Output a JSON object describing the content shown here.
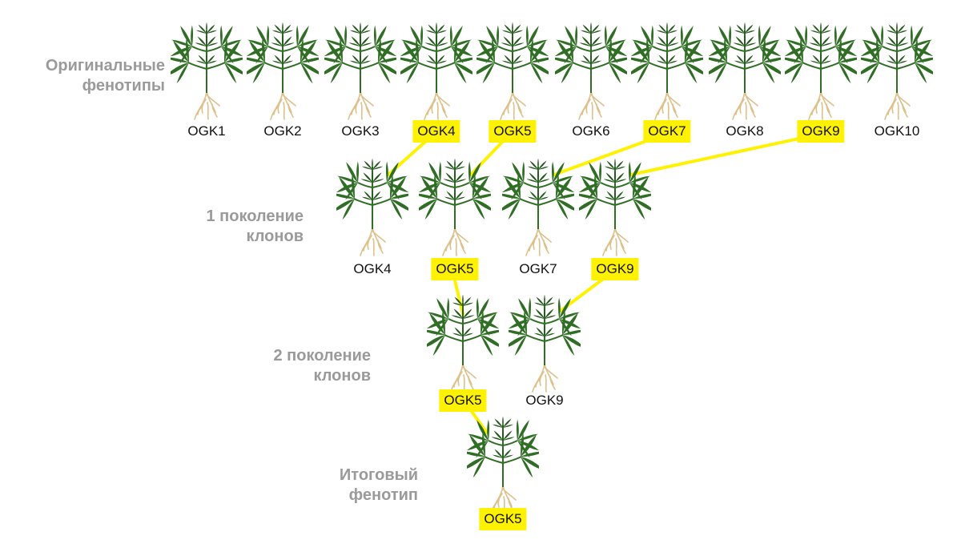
{
  "colors": {
    "highlight": "#fff200",
    "leaf": "#2f6e24",
    "leaf_dark": "#24581c",
    "root": "#ddc08a",
    "label": "#9a9a9a",
    "connector": "#fff200"
  },
  "icons": {
    "plant": "cannabis-plant-icon"
  },
  "rows": [
    {
      "id": "original",
      "label_lines": [
        "Оригинальные",
        "фенотипы"
      ],
      "plants": [
        {
          "name": "OGK1",
          "highlighted": false
        },
        {
          "name": "OGK2",
          "highlighted": false
        },
        {
          "name": "OGK3",
          "highlighted": false
        },
        {
          "name": "OGK4",
          "highlighted": true
        },
        {
          "name": "OGK5",
          "highlighted": true
        },
        {
          "name": "OGK6",
          "highlighted": false
        },
        {
          "name": "OGK7",
          "highlighted": true
        },
        {
          "name": "OGK8",
          "highlighted": false
        },
        {
          "name": "OGK9",
          "highlighted": true
        },
        {
          "name": "OGK10",
          "highlighted": false
        }
      ]
    },
    {
      "id": "clones-gen-1",
      "label_lines": [
        "1 поколение",
        "клонов"
      ],
      "plants": [
        {
          "name": "OGK4",
          "highlighted": false
        },
        {
          "name": "OGK5",
          "highlighted": true
        },
        {
          "name": "OGK7",
          "highlighted": false
        },
        {
          "name": "OGK9",
          "highlighted": true
        }
      ]
    },
    {
      "id": "clones-gen-2",
      "label_lines": [
        "2 поколение",
        "клонов"
      ],
      "plants": [
        {
          "name": "OGK5",
          "highlighted": true
        },
        {
          "name": "OGK9",
          "highlighted": false
        }
      ]
    },
    {
      "id": "final",
      "label_lines": [
        "Итоговый",
        "фенотип"
      ],
      "plants": [
        {
          "name": "OGK5",
          "highlighted": true
        }
      ]
    }
  ],
  "links": [
    {
      "from": [
        0,
        3
      ],
      "to": [
        1,
        0
      ]
    },
    {
      "from": [
        0,
        4
      ],
      "to": [
        1,
        1
      ]
    },
    {
      "from": [
        0,
        6
      ],
      "to": [
        1,
        2
      ]
    },
    {
      "from": [
        0,
        8
      ],
      "to": [
        1,
        3
      ]
    },
    {
      "from": [
        1,
        1
      ],
      "to": [
        2,
        0
      ]
    },
    {
      "from": [
        1,
        3
      ],
      "to": [
        2,
        1
      ]
    },
    {
      "from": [
        2,
        0
      ],
      "to": [
        3,
        0
      ]
    }
  ]
}
